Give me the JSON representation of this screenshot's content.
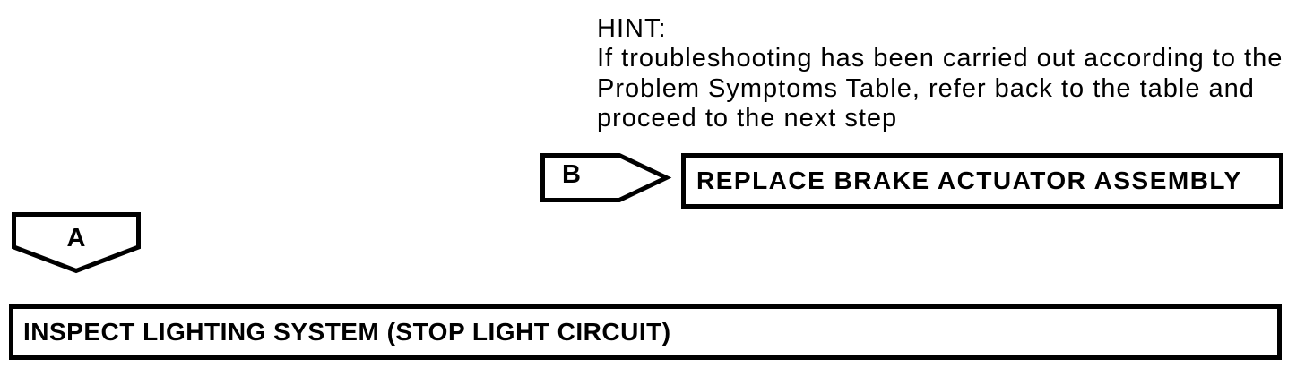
{
  "diagram": {
    "hint_title": "HINT:",
    "hint_lines": [
      "If troubleshooting has been carried out according to the",
      "Problem Symptoms Table, refer back to the table and",
      "proceed to the next step"
    ],
    "connector_b_label": "B",
    "step_b_label": "REPLACE BRAKE ACTUATOR ASSEMBLY",
    "connector_a_label": "A",
    "step_a_label": "INSPECT LIGHTING SYSTEM (STOP LIGHT CIRCUIT)",
    "colors": {
      "ink": "#000000",
      "background": "#ffffff"
    }
  }
}
